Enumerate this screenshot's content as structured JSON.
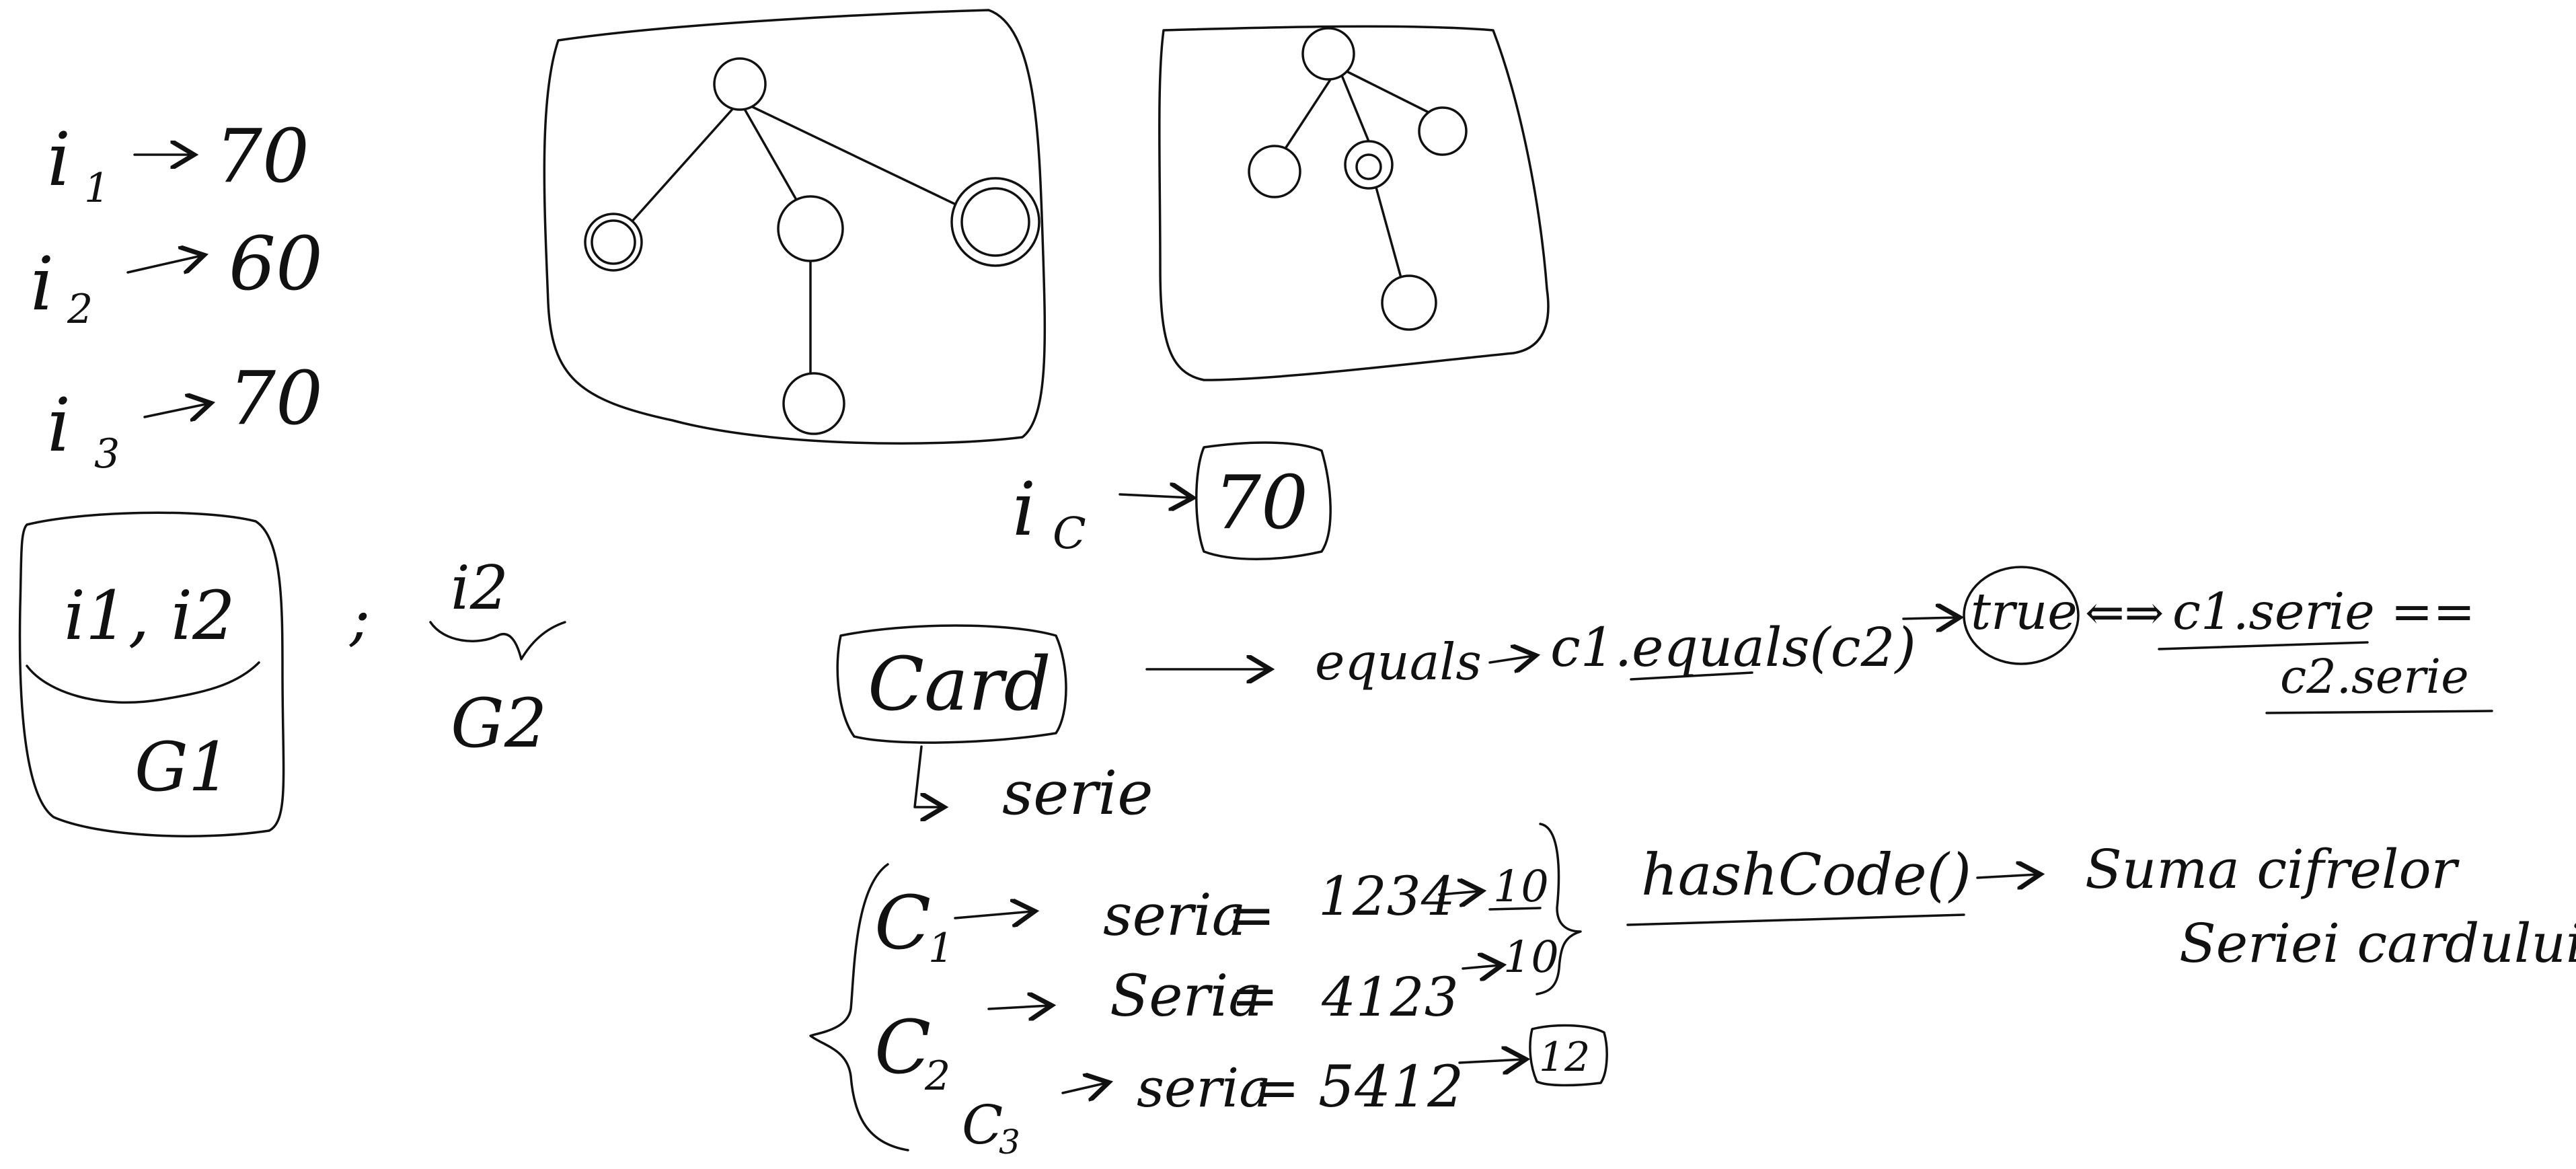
{
  "colors": {
    "ink": "#111111",
    "background": "#ffffff"
  },
  "instances": [
    {
      "name": "i",
      "sub": "1",
      "value": "70"
    },
    {
      "name": "i",
      "sub": "2",
      "value": "60"
    },
    {
      "name": "i",
      "sub": "3",
      "value": "70"
    }
  ],
  "groups": {
    "g1_members": "i1, i2",
    "g1_label": "G1",
    "separator": ";",
    "g2_members": "i2",
    "g2_label": "G2"
  },
  "ic": {
    "name": "i",
    "sub": "C",
    "value": "70"
  },
  "card": {
    "label": "Card",
    "field": "serie",
    "equals_word": "equals",
    "equals_call": "c1.equals(c2)",
    "true_word": "true",
    "iff_symbol": "⇐⇒",
    "compare_lhs": "c1.serie ==",
    "compare_rhs": "c2.serie"
  },
  "cards": [
    {
      "name": "C",
      "sub": "1",
      "field": "seria",
      "value": "1234",
      "sum": "10"
    },
    {
      "name": "C",
      "sub": "2",
      "field": "Seria",
      "value": "4123",
      "sum": "10"
    },
    {
      "name": "C",
      "sub": "3",
      "field": "seria",
      "value": "5412",
      "sum": "12"
    }
  ],
  "hash": {
    "method": "hashCode()",
    "desc_line1": "Suma cifrelor",
    "desc_line2": "Seriei cardului"
  }
}
